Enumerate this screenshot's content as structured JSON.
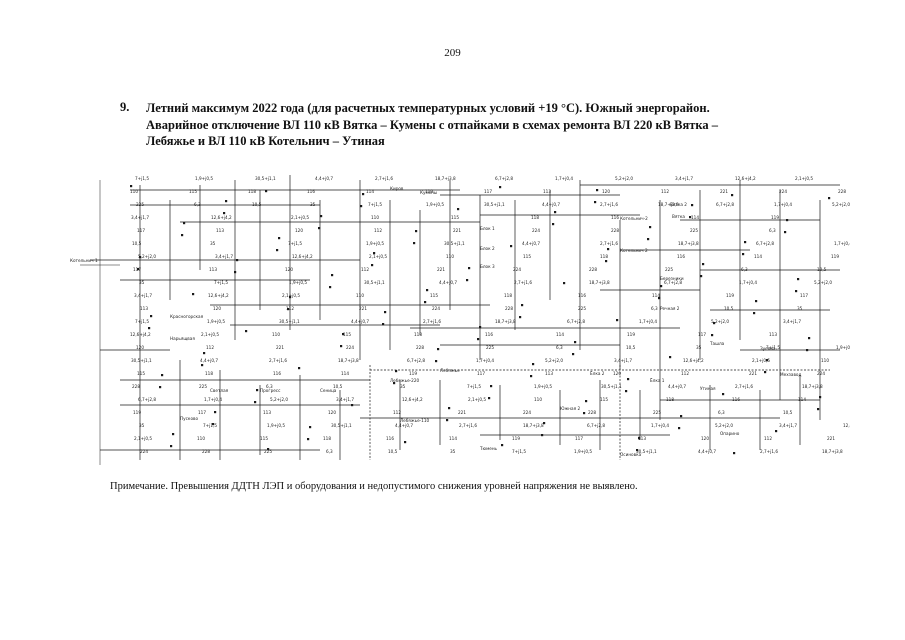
{
  "page": {
    "number": "209"
  },
  "heading": {
    "section_number": "9.",
    "lines": [
      "Летний максимум 2022 года (для расчетных температурных условий +19 °С). Южный энергорайон.",
      "Аварийное отключение ВЛ 110 кВ Вятка – Кумены с отпайками в схемах ремонта ВЛ 220 кВ Вятка –",
      "Лебяжье и ВЛ 110 кВ Котельнич – Утиная"
    ]
  },
  "diagram": {
    "labels": [
      {
        "id": "l1",
        "text": "Котельнич 1"
      },
      {
        "id": "l2",
        "text": "Котельнич 2"
      },
      {
        "id": "l3",
        "text": "Вятка"
      },
      {
        "id": "l4",
        "text": "Кумены"
      },
      {
        "id": "l5",
        "text": "Лебяжье"
      },
      {
        "id": "l6",
        "text": "Утиная"
      },
      {
        "id": "l7",
        "text": "Красногорская"
      },
      {
        "id": "l8",
        "text": "Нарьящвая"
      },
      {
        "id": "l9",
        "text": "Киров"
      },
      {
        "id": "l10",
        "text": "Блок 1"
      },
      {
        "id": "l11",
        "text": "Блок 2"
      },
      {
        "id": "l12",
        "text": "Блок 3"
      },
      {
        "id": "l13",
        "text": "Березники"
      },
      {
        "id": "l14",
        "text": "Речная 2"
      },
      {
        "id": "l15",
        "text": "Ёлка 2"
      },
      {
        "id": "l16",
        "text": "Южная 2"
      },
      {
        "id": "l17",
        "text": "Лебяжье-220"
      },
      {
        "id": "l18",
        "text": "Мехзавод"
      },
      {
        "id": "l19",
        "text": "Зуевка"
      },
      {
        "id": "l20",
        "text": "Ташла"
      },
      {
        "id": "l21",
        "text": "Прогресс"
      },
      {
        "id": "l22",
        "text": "Сеница"
      },
      {
        "id": "l23",
        "text": "Светлая"
      },
      {
        "id": "l24",
        "text": "Лебяжье-110"
      },
      {
        "id": "l25",
        "text": "Котельнич-2"
      },
      {
        "id": "l26",
        "text": "Ёлка 1"
      },
      {
        "id": "l27",
        "text": "Пусково"
      },
      {
        "id": "l28",
        "text": "Тюмень"
      },
      {
        "id": "l29",
        "text": "Опарино"
      },
      {
        "id": "l30",
        "text": "Осиновка"
      },
      {
        "id": "l31",
        "text": "Вятка 2"
      }
    ],
    "values": [
      "7+j1,5",
      "1,9+j0,5",
      "30,5+j1,1",
      "4,4+j0,7",
      "2,7+j1,6",
      "18,7+j3,8",
      "6,7+j2,8",
      "1,7+j0,4",
      "5,2+j2,0",
      "3,4+j1,7",
      "12,6+j4,2",
      "2,1+j0,5",
      "110",
      "115",
      "118",
      "116",
      "114",
      "119",
      "117",
      "113",
      "120",
      "112",
      "221",
      "224",
      "228",
      "225",
      "6,3",
      "10,5",
      "35"
    ]
  },
  "note": "Примечание. Превышения ДДТН ЛЭП и оборудования и недопустимого снижения уровней напряжения не выявлено."
}
